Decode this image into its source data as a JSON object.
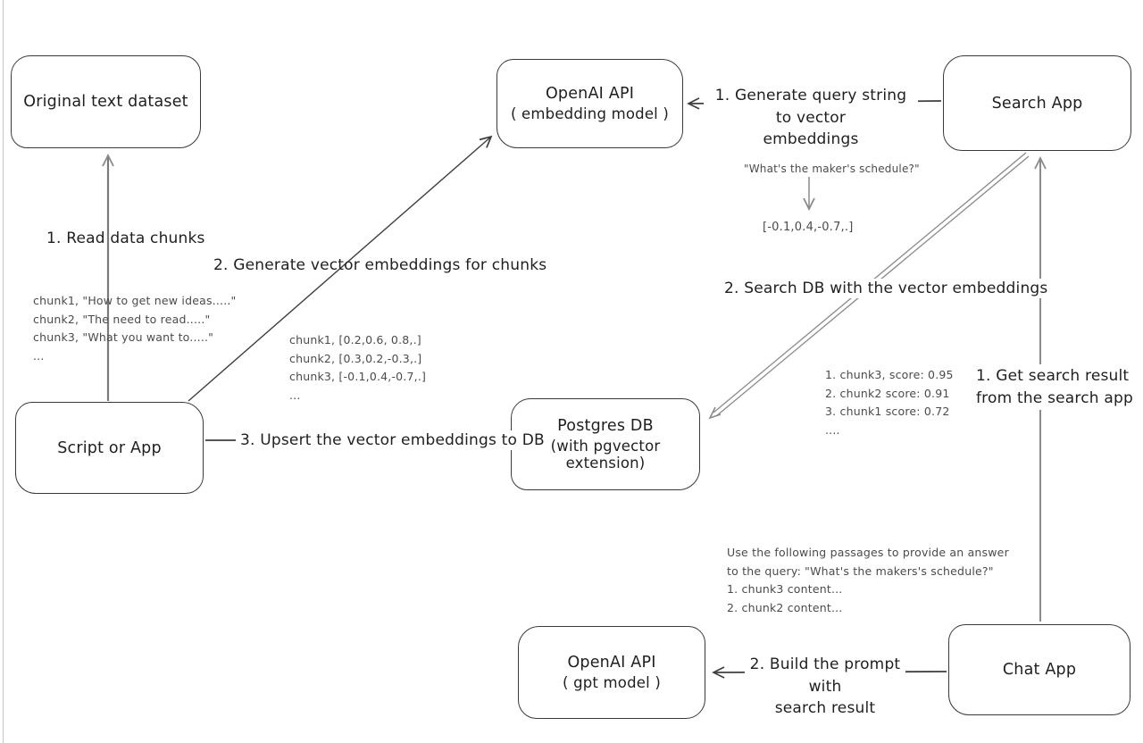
{
  "colors": {
    "background": "#ffffff",
    "box_border": "#3a3a3a",
    "text": "#1f1f1f",
    "annotation": "#4b4b4b",
    "arrow_dark": "#3f3f3f",
    "arrow_gray": "#8a8a8a"
  },
  "boxes": {
    "original_dataset": {
      "line1": "Original text dataset"
    },
    "openai_embedding": {
      "line1": "OpenAI API",
      "line2": "( embedding model )"
    },
    "search_app": {
      "line1": "Search App"
    },
    "script_or_app": {
      "line1": "Script or App"
    },
    "postgres_db": {
      "line1": "Postgres DB",
      "line2": "(with pgvector extension)"
    },
    "openai_gpt": {
      "line1": "OpenAI API",
      "line2": "( gpt model )"
    },
    "chat_app": {
      "line1": "Chat App"
    }
  },
  "edge_labels": {
    "read_chunks": "1. Read data chunks",
    "generate_embeddings": "2. Generate vector embeddings for chunks",
    "upsert_embeddings": "3. Upsert the vector embeddings to DB",
    "query_to_vector_line1": "1. Generate query string to vector",
    "query_to_vector_line2": "embeddings",
    "search_db": "2. Search DB with the vector embeddings",
    "get_search_result_line1": "1. Get search result",
    "get_search_result_line2": "from the search app",
    "build_prompt_line1": "2. Build the prompt with",
    "build_prompt_line2": "search result"
  },
  "annotations": {
    "chunk_texts": [
      "chunk1, \"How to get new ideas.....\"",
      "chunk2, \"The need to read.....\"",
      "chunk3, \"What you want to.....\"",
      "..."
    ],
    "chunk_vectors": [
      "chunk1, [0.2,0.6, 0.8,.]",
      "chunk2, [0.3,0.2,-0.3,.]",
      "chunk3, [-0.1,0.4,-0.7,.]",
      "..."
    ],
    "query_string": "\"What's the maker's schedule?\"",
    "query_vector": "[-0.1,0.4,-0.7,.]",
    "search_scores": [
      "1. chunk3, score: 0.95",
      "2. chunk2 score: 0.91",
      "3. chunk1 score: 0.72",
      "...."
    ],
    "prompt_lines": [
      "Use the following passages to provide an answer",
      "to the query: \"What's the makers's schedule?\"",
      "1. chunk3 content...",
      "2. chunk2 content..."
    ]
  }
}
